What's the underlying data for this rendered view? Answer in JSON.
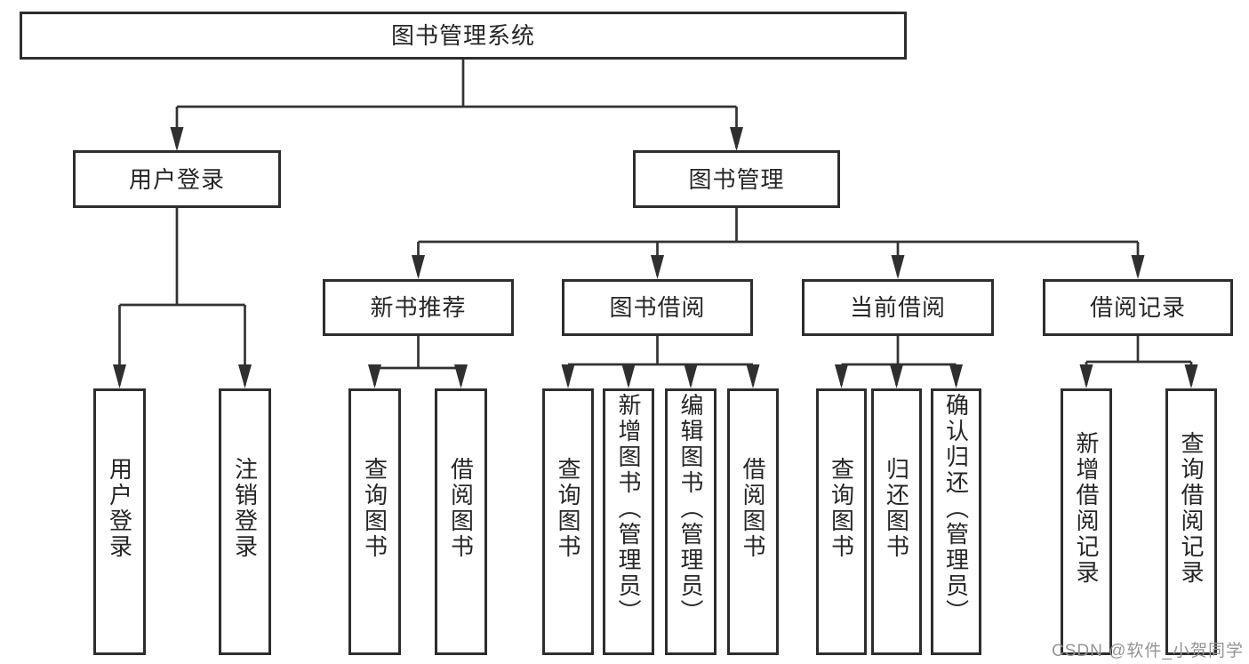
{
  "diagram": {
    "type": "tree",
    "root": {
      "label": "图书管理系统",
      "children": [
        {
          "label": "用户登录",
          "children": [
            {
              "label": "用户登录"
            },
            {
              "label": "注销登录"
            }
          ]
        },
        {
          "label": "图书管理",
          "children": [
            {
              "label": "新书推荐",
              "children": [
                {
                  "label": "查询图书"
                },
                {
                  "label": "借阅图书"
                }
              ]
            },
            {
              "label": "图书借阅",
              "children": [
                {
                  "label": "查询图书"
                },
                {
                  "label": "新增图书（管理员）"
                },
                {
                  "label": "编辑图书（管理员）"
                },
                {
                  "label": "借阅图书"
                }
              ]
            },
            {
              "label": "当前借阅",
              "children": [
                {
                  "label": "查询图书"
                },
                {
                  "label": "归还图书"
                },
                {
                  "label": "确认归还（管理员）"
                }
              ]
            },
            {
              "label": "借阅记录",
              "children": [
                {
                  "label": "新增借阅记录"
                },
                {
                  "label": "查询借阅记录"
                }
              ]
            }
          ]
        }
      ]
    }
  },
  "watermark": {
    "text": "CSDN @软件_小贺同学"
  },
  "colors": {
    "background": "#ffffff",
    "box_border": "#2d2d2d",
    "box_fill": "#ffffff",
    "connector": "#333333",
    "text": "#262626",
    "watermark_text": "#959595"
  }
}
